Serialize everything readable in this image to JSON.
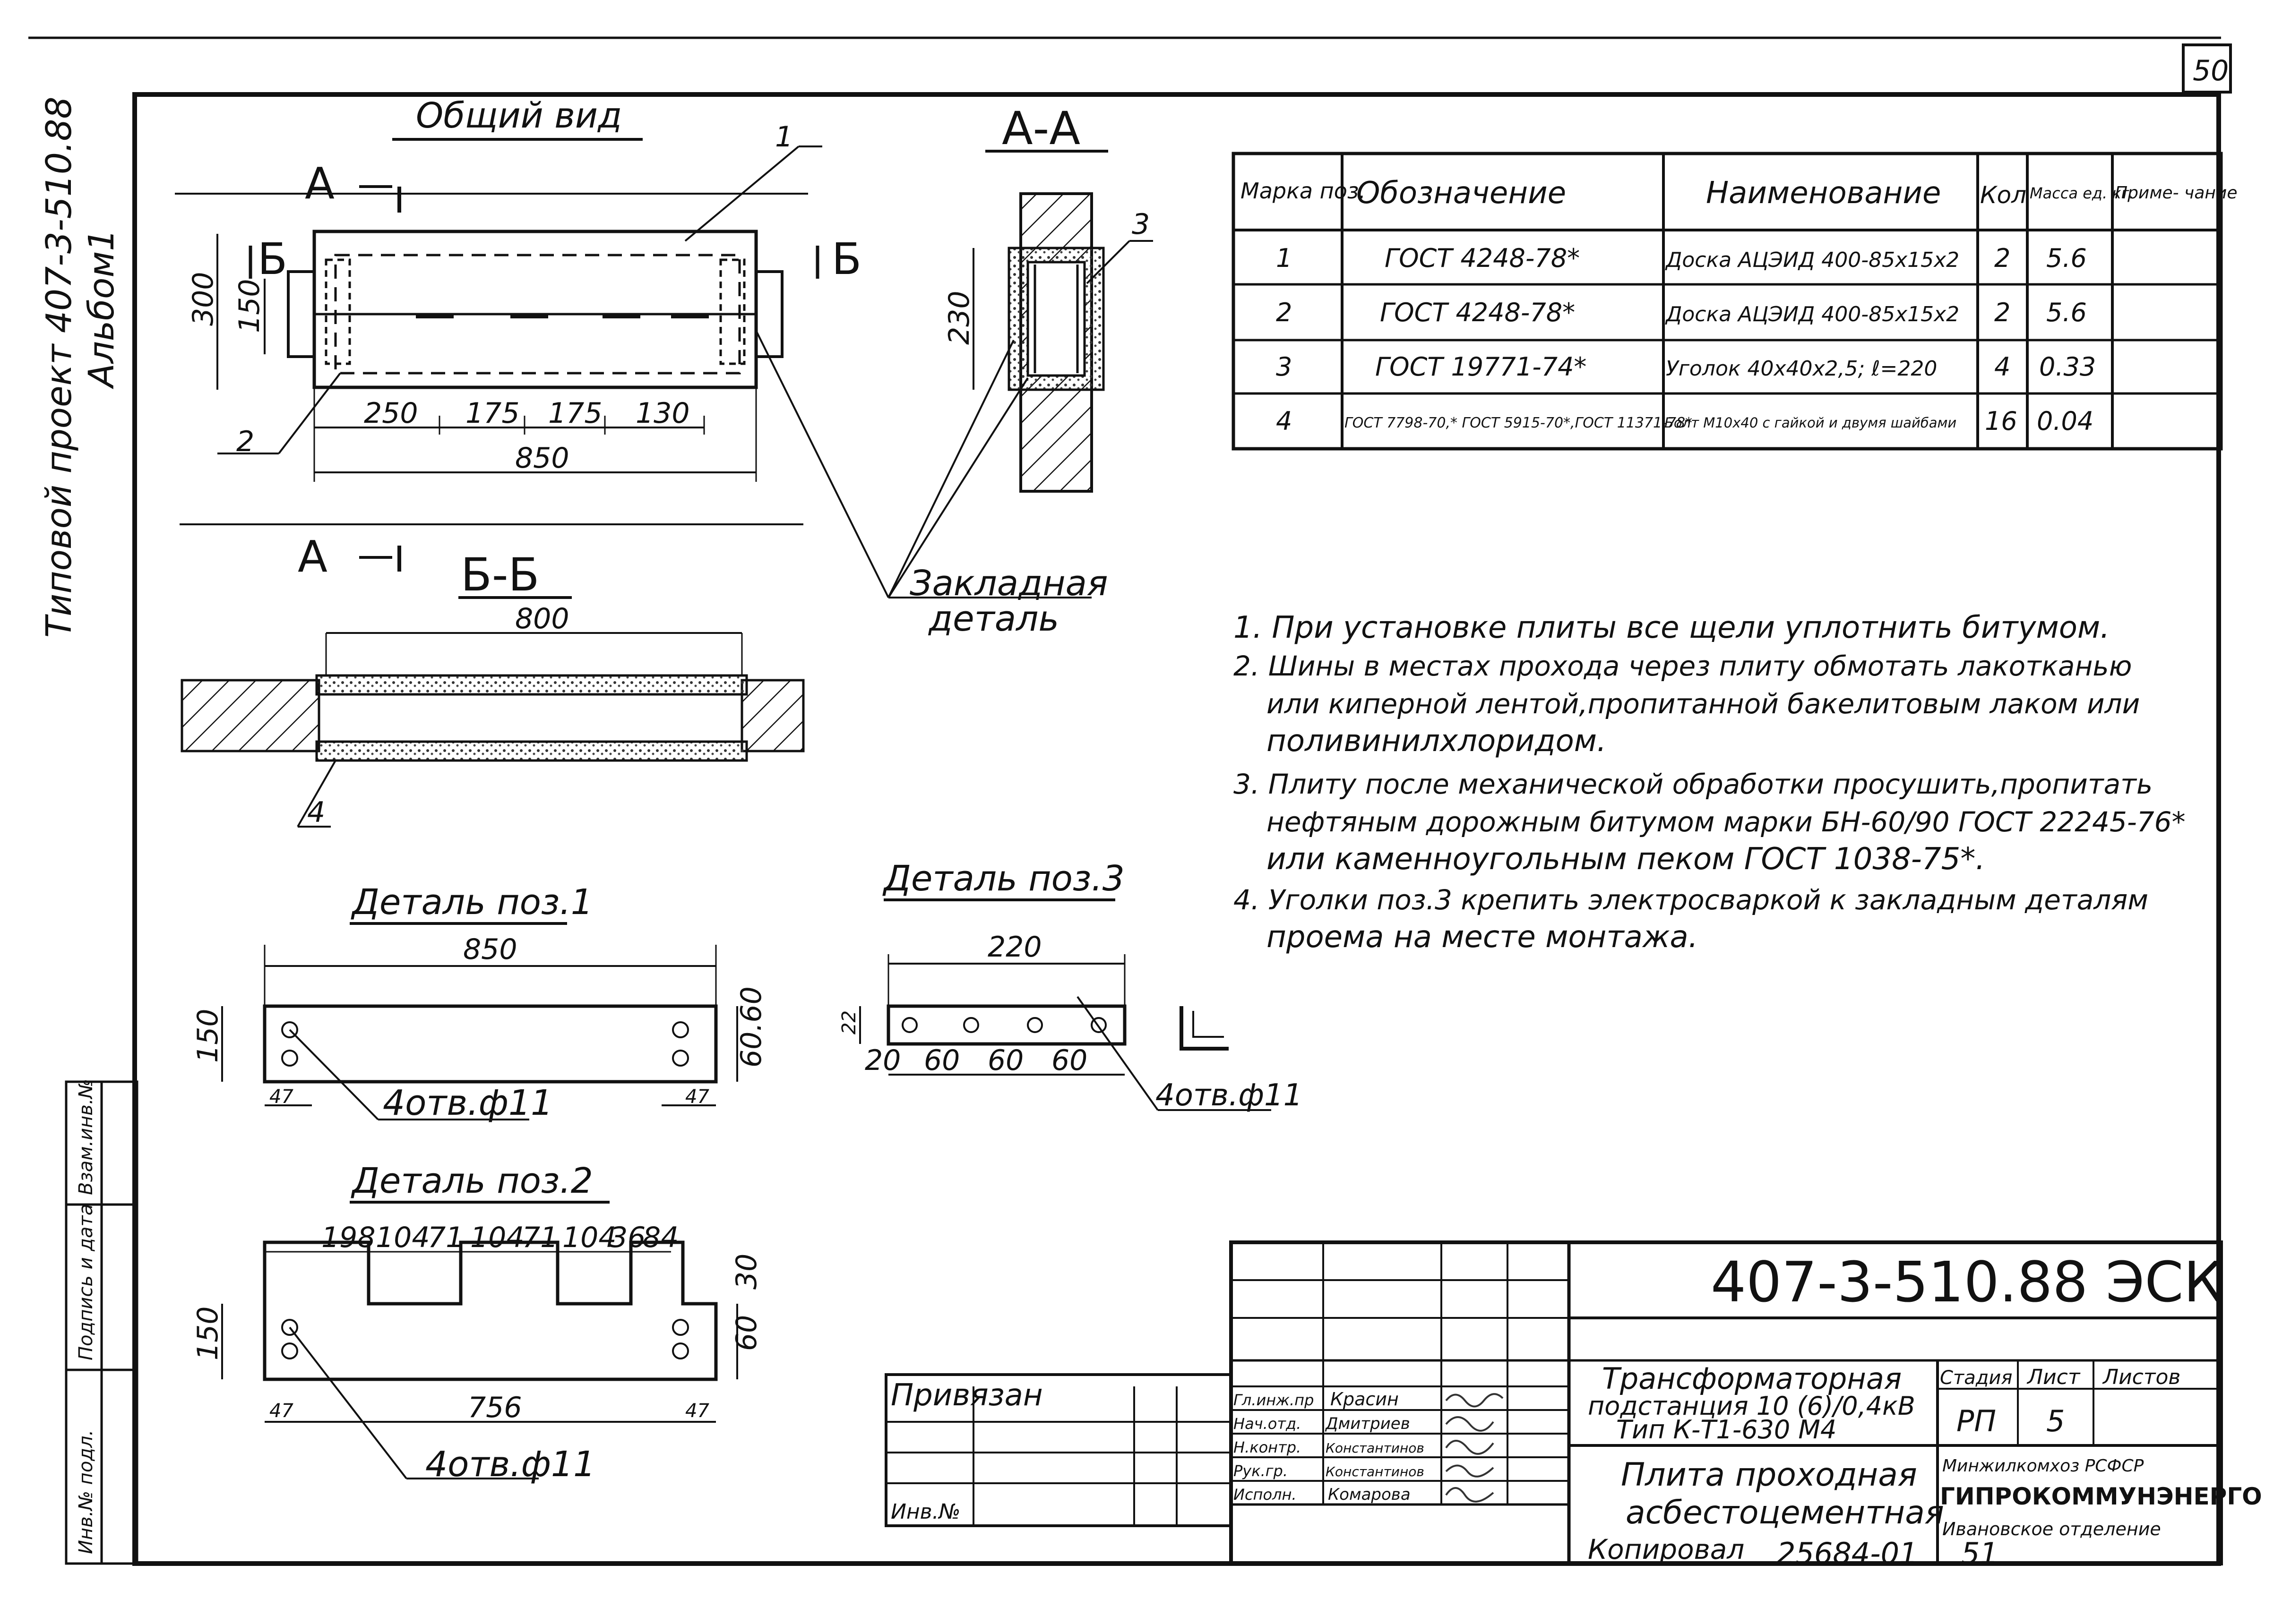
{
  "sheet_number": "50",
  "side_title": [
    "Типовой проект 407-3-510.88",
    "Альбом1"
  ],
  "views": {
    "general": "Общий вид",
    "aa": "А-А",
    "bb": "Б-Б",
    "section_a": "А",
    "section_b": "Б",
    "embedded_part": [
      "Закладная",
      "деталь"
    ],
    "detail1": "Деталь поз.1",
    "detail2": "Деталь поз.2",
    "detail3": "Деталь поз.3"
  },
  "dims": {
    "general": {
      "h300": "300",
      "h150": "150",
      "a": "250",
      "b": "175",
      "c": "175",
      "d": "130",
      "total": "850",
      "pos1": "1",
      "pos2": "2"
    },
    "aa": {
      "h": "230",
      "pos": "3"
    },
    "bb": {
      "w": "800",
      "pos": "4"
    },
    "detail1": {
      "w": "850",
      "h": "150",
      "r": "60.60",
      "l": "47",
      "rr": "47",
      "holes": "4отв.ф11"
    },
    "detail2": {
      "segs": [
        "198",
        "104",
        "71",
        "104",
        "71",
        "104",
        "36",
        "84"
      ],
      "h": "150",
      "r": "60",
      "r2": "30",
      "w": "756",
      "l": "47",
      "rr": "47",
      "holes": "4отв.ф11"
    },
    "detail3": {
      "w": "220",
      "h": "22",
      "a": "20",
      "b": "60",
      "c": "60",
      "d": "60",
      "holes": "4отв.ф11"
    }
  },
  "spec_table": {
    "headers": [
      "Марка поз.",
      "Обозначение",
      "Наименование",
      "Кол",
      "Масса ед. кг.",
      "Приме- чание"
    ],
    "rows": [
      [
        "1",
        "ГОСТ 4248-78*",
        "Доска АЦЭИД 400-85х15х2",
        "2",
        "5.6",
        ""
      ],
      [
        "2",
        "ГОСТ 4248-78*",
        "Доска АЦЭИД 400-85х15х2",
        "2",
        "5.6",
        ""
      ],
      [
        "3",
        "ГОСТ 19771-74*",
        "Уголок 40х40х2,5; ℓ=220",
        "4",
        "0.33",
        ""
      ],
      [
        "4",
        "ГОСТ 7798-70,* ГОСТ 5915-70*,ГОСТ 11371-78*",
        "Болт М10х40 с гайкой и двумя шайбами",
        "16",
        "0.04",
        ""
      ]
    ]
  },
  "notes": [
    "1. При установке плиты все щели уплотнить битумом.",
    "2. Шины в местах прохода через плиту обмотать лакотканью",
    "или киперной лентой,пропитанной бакелитовым лаком или",
    "поливинилхлоридом.",
    "3. Плиту после механической обработки просушить,пропитать",
    "нефтяным дорожным битумом марки БН-60/90 ГОСТ 22245-76*",
    "или каменноугольным пеком ГОСТ 1038-75*.",
    "4. Уголки поз.3 крепить электросваркой к закладным деталям",
    "проема на месте монтажа."
  ],
  "stamp": {
    "code": "407-3-510.88 ЭСК",
    "privyazan": "Привязан",
    "inv": "Инв.№",
    "roles": [
      "Гл.инж.пр",
      "Нач.отд.",
      "Н.контр.",
      "Рук.гр.",
      "Исполн."
    ],
    "names": [
      "Красин",
      "Дмитриев",
      "Константинов",
      "Константинов",
      "Комарова"
    ],
    "project": [
      "Трансформаторная",
      "подстанция 10 (6)/0,4кВ",
      "Тип К-Т1-630 М4"
    ],
    "sheet_title": [
      "Плита проходная",
      "асбестоцементная"
    ],
    "stage_hdr": "Стадия",
    "sheet_hdr": "Лист",
    "sheets_hdr": "Листов",
    "stage": "РП",
    "sheet": "5",
    "org": [
      "Минжилкомхоз РСФСР",
      "ГИПРОКОММУНЭНЕРГО",
      "Ивановское отделение"
    ],
    "copied": "Копировал",
    "order": "25684-01",
    "page": "51"
  },
  "left_strip": [
    "Взам.инв.№",
    "Подпись и дата",
    "Инв.№ подл."
  ]
}
